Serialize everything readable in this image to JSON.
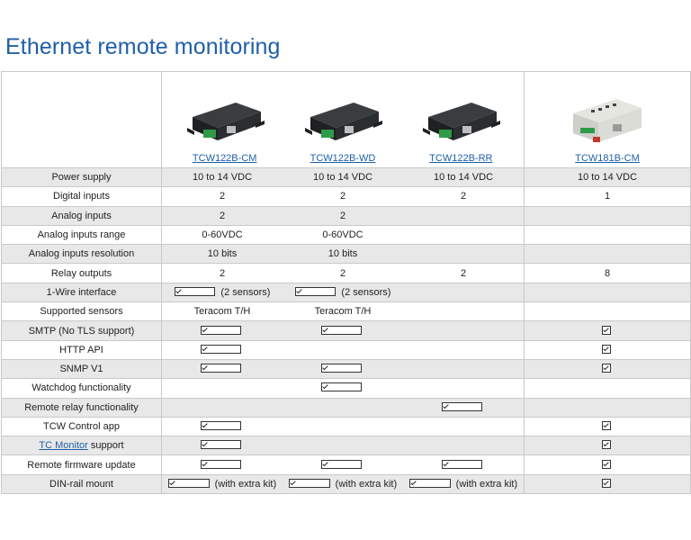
{
  "title": "Ethernet remote monitoring",
  "products": [
    {
      "name": "TCW122B-CM",
      "image": "black-enclosure-device"
    },
    {
      "name": "TCW122B-WD",
      "image": "black-enclosure-device"
    },
    {
      "name": "TCW122B-RR",
      "image": "black-enclosure-device"
    },
    {
      "name": "TCW181B-CM",
      "image": "din-rail-device"
    }
  ],
  "rows": [
    {
      "feature": "Power supply",
      "values": [
        "10 to 14 VDC",
        "10 to 14 VDC",
        "10 to 14 VDC",
        "10 to 14 VDC"
      ]
    },
    {
      "feature": "Digital inputs",
      "values": [
        "2",
        "2",
        "2",
        "1"
      ]
    },
    {
      "feature": "Analog inputs",
      "values": [
        "2",
        "2",
        "",
        ""
      ]
    },
    {
      "feature": "Analog inputs range",
      "values": [
        "0-60VDC",
        "0-60VDC",
        "",
        ""
      ]
    },
    {
      "feature": "Analog inputs resolution",
      "values": [
        "10 bits",
        "10 bits",
        "",
        ""
      ]
    },
    {
      "feature": "Relay outputs",
      "values": [
        "2",
        "2",
        "2",
        "8"
      ]
    },
    {
      "feature": "1-Wire interface",
      "values": [
        "☑ (2 sensors)",
        "☑ (2 sensors)",
        "",
        ""
      ]
    },
    {
      "feature": "Supported sensors",
      "values": [
        "Teracom T/H",
        "Teracom T/H",
        "",
        ""
      ]
    },
    {
      "feature": "SMTP (No TLS support)",
      "values": [
        "☑",
        "☑",
        "",
        "☑"
      ]
    },
    {
      "feature": "HTTP API",
      "values": [
        "☑",
        "",
        "",
        "☑"
      ]
    },
    {
      "feature": "SNMP V1",
      "values": [
        "☑",
        "☑",
        "",
        "☑"
      ]
    },
    {
      "feature": "Watchdog functionality",
      "values": [
        "",
        "☑",
        "",
        ""
      ]
    },
    {
      "feature": "Remote relay functionality",
      "values": [
        "",
        "",
        "☑",
        ""
      ]
    },
    {
      "feature": "TCW Control app",
      "values": [
        "☑",
        "",
        "",
        "☑"
      ]
    },
    {
      "feature_link": "TC Monitor",
      "feature_suffix": " support",
      "values": [
        "☑",
        "",
        "",
        "☑"
      ]
    },
    {
      "feature": "Remote firmware update",
      "values": [
        "☑",
        "☑",
        "☑",
        "☑"
      ]
    },
    {
      "feature": "DIN-rail mount",
      "values": [
        "☑ (with extra kit)",
        "☑ (with extra kit)",
        "☑ (with extra kit)",
        "☑"
      ]
    }
  ]
}
